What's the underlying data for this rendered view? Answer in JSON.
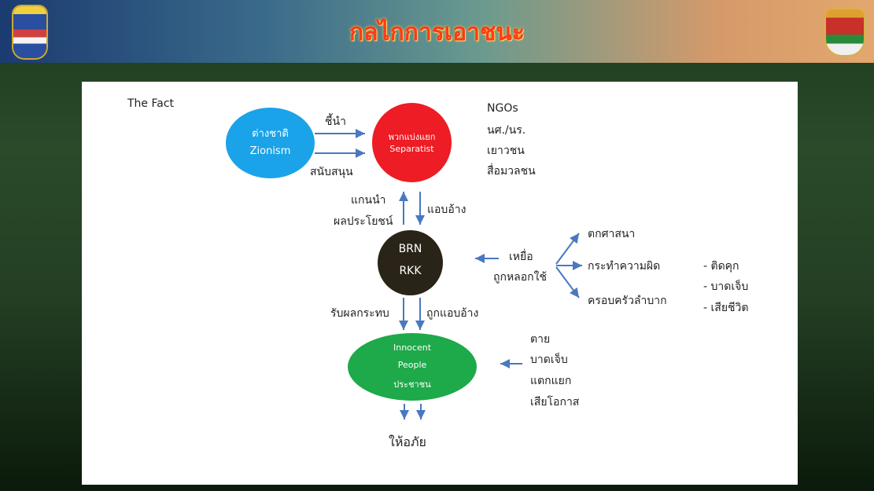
{
  "header": {
    "title": "กลไกการเอาชนะ",
    "colors": {
      "title": "#ff3a1a",
      "bar_left": "#1b3b70",
      "bar_right": "#e3a76e"
    }
  },
  "diagram": {
    "label_fact": "The Fact",
    "zionism": {
      "line1": "ต่างชาติ",
      "line2": "Zionism",
      "color": "#1aa3e8"
    },
    "separatist": {
      "line1": "พวกแบ่งแยก",
      "line2": "Separatist",
      "color": "#ee1c24"
    },
    "lead_label": "ชี้นำ",
    "support_label": "สนับสนุน",
    "right_list": [
      "NGOs",
      "นศ./นร.",
      "เยาวชน",
      "สื่อมวลชน"
    ],
    "up_label1": "แกนนำ",
    "up_label2": "ผลประโยชน์",
    "down_label": "แอบอ้าง",
    "brn": {
      "line1": "BRN",
      "line2": "RKK",
      "color": "#2a2418"
    },
    "victim_label1": "เหยื่อ",
    "victim_label2": "ถูกหลอกใช้",
    "branches": [
      "ตกศาสนา",
      "กระทำความผิด",
      "ครอบครัวลำบาก"
    ],
    "consequences": [
      "- ติดคุก",
      "- บาดเจ็บ",
      "- เสียชีวิต"
    ],
    "impact_label": "รับผลกระทบ",
    "claimed_label": "ถูกแอบอ้าง",
    "innocent": {
      "line1": "Innocent",
      "line2": "People",
      "line3": "ประชาชน",
      "color": "#1ea94a"
    },
    "effects": [
      "ตาย",
      "บาดเจ็บ",
      "แตกแยก",
      "เสียโอกาส"
    ],
    "bottom_label": "ให้อภัย",
    "arrow_color": "#4a78c0"
  }
}
